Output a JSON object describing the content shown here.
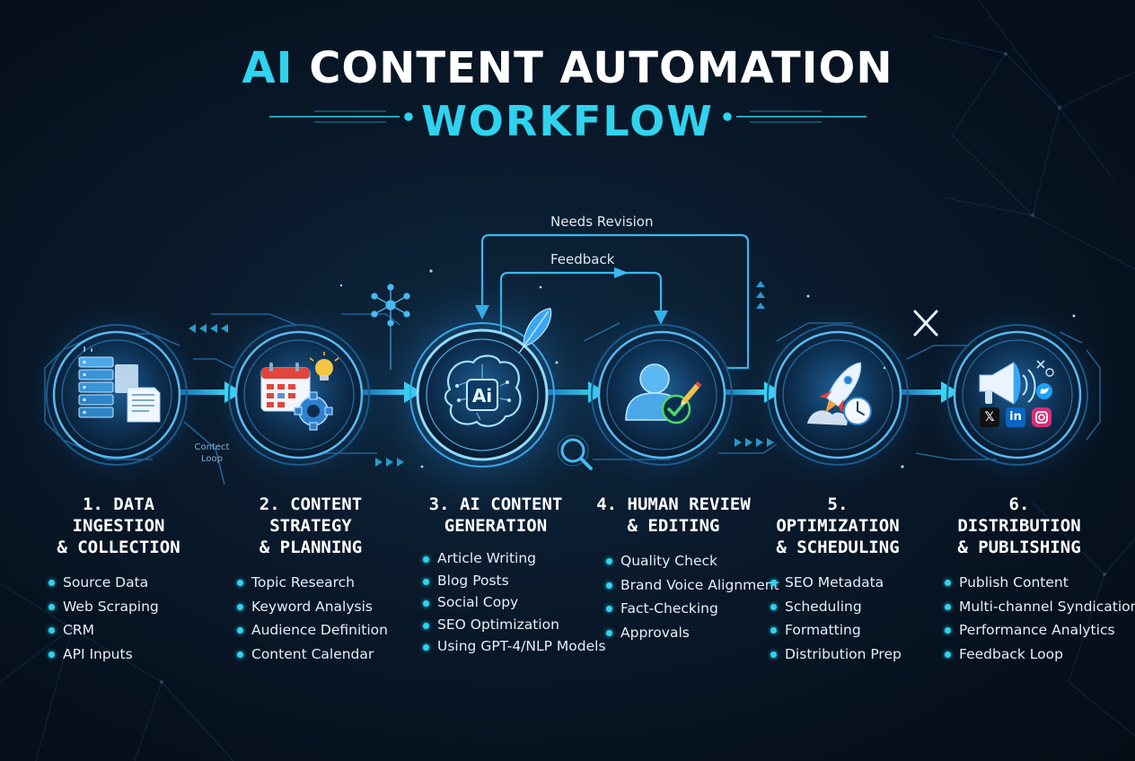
{
  "title": {
    "accent": "AI",
    "line1_rest": " CONTENT AUTOMATION",
    "line2": "WORKFLOW"
  },
  "loops": {
    "needs_revision": "Needs Revision",
    "feedback": "Feedback",
    "content_loop": "Contect\nLoop"
  },
  "stages": [
    {
      "title": "1. DATA INGESTION\n& COLLECTION",
      "icon": "data-servers-document-icon",
      "items": [
        "Source Data",
        "Web Scraping",
        "CRM",
        "API Inputs"
      ]
    },
    {
      "title": "2. CONTENT STRATEGY\n& PLANNING",
      "icon": "calendar-gear-lightbulb-icon",
      "items": [
        "Topic Research",
        "Keyword Analysis",
        "Audience Definition",
        "Content Calendar"
      ]
    },
    {
      "title": "3. AI CONTENT\nGENERATION",
      "icon": "ai-brain-icon",
      "icon_text": "Ai",
      "items": [
        "Article Writing",
        "Blog Posts",
        "Social Copy",
        "SEO Optimization",
        "Using GPT-4/NLP Models"
      ]
    },
    {
      "title": "4. HUMAN REVIEW\n& EDITING",
      "icon": "reviewer-checkmark-icon",
      "items": [
        "Quality Check",
        "Brand Voice Alignment",
        "Fact-Checking",
        "Approvals"
      ]
    },
    {
      "title": "5. OPTIMIZATION\n& SCHEDULING",
      "icon": "rocket-clock-icon",
      "items": [
        "SEO Metadata",
        "Scheduling",
        "Formatting",
        "Distribution Prep"
      ]
    },
    {
      "title": "6. DISTRIBUTION\n& PUBLISHING",
      "icon": "megaphone-social-icon",
      "social": {
        "x": "𝕏",
        "linkedin": "in"
      },
      "items": [
        "Publish Content",
        "Multi-channel Syndication",
        "Performance Analytics",
        "Feedback Loop"
      ]
    }
  ],
  "colors": {
    "accent": "#2fd3ee",
    "background": "#071220",
    "node_ring": "#3aa8e8",
    "check_green": "#4cd964",
    "pencil_yellow": "#f2c14e"
  }
}
